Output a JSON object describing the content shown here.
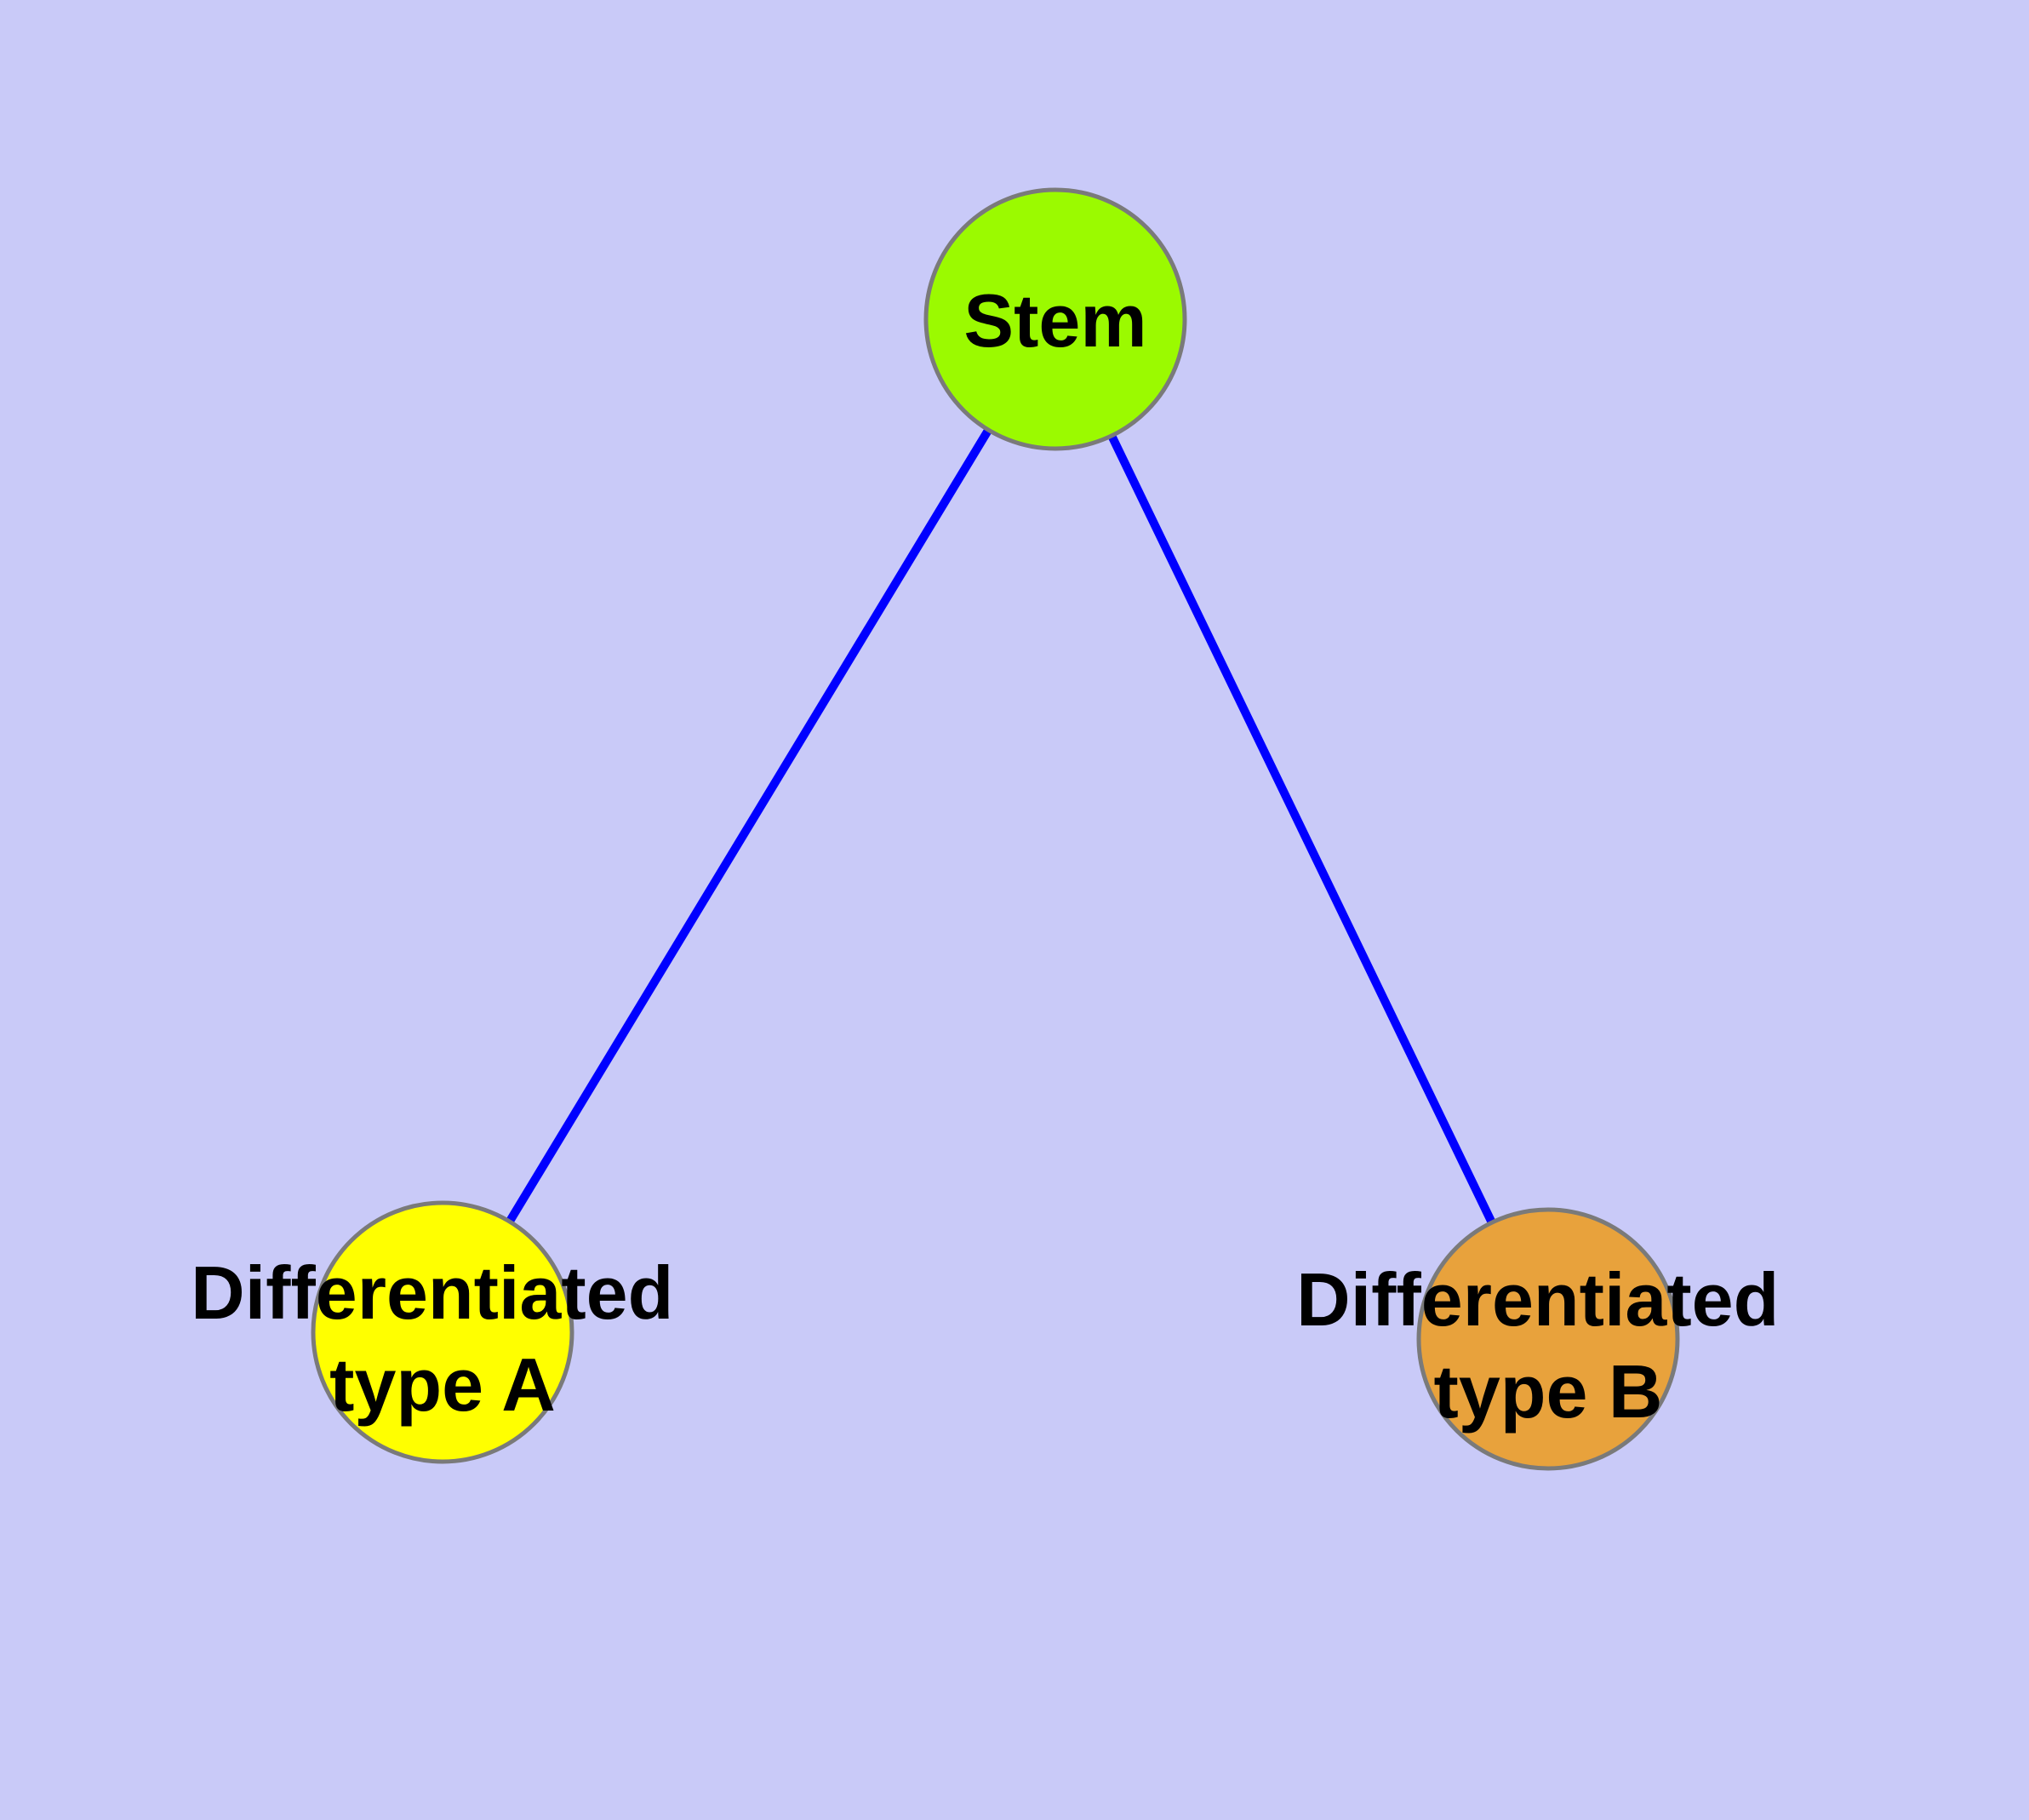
{
  "diagram": {
    "background_color": "#c9caf8",
    "edge_color": "#0000ff",
    "node_border_color": "#7a7a7a",
    "text_color": "#000000",
    "nodes": [
      {
        "id": "stem",
        "color": "#9bfa00",
        "label_lines": [
          "Stem"
        ]
      },
      {
        "id": "differentiated-type-a",
        "color": "#ffff00",
        "label_lines": [
          "Differentiated",
          "type A"
        ]
      },
      {
        "id": "differentiated-type-b",
        "color": "#e8a23c",
        "label_lines": [
          "Differentiated",
          "type B"
        ]
      }
    ],
    "edges": [
      {
        "from": "Stem",
        "to": "Differentiated type A"
      },
      {
        "from": "Stem",
        "to": "Differentiated type B"
      }
    ]
  }
}
